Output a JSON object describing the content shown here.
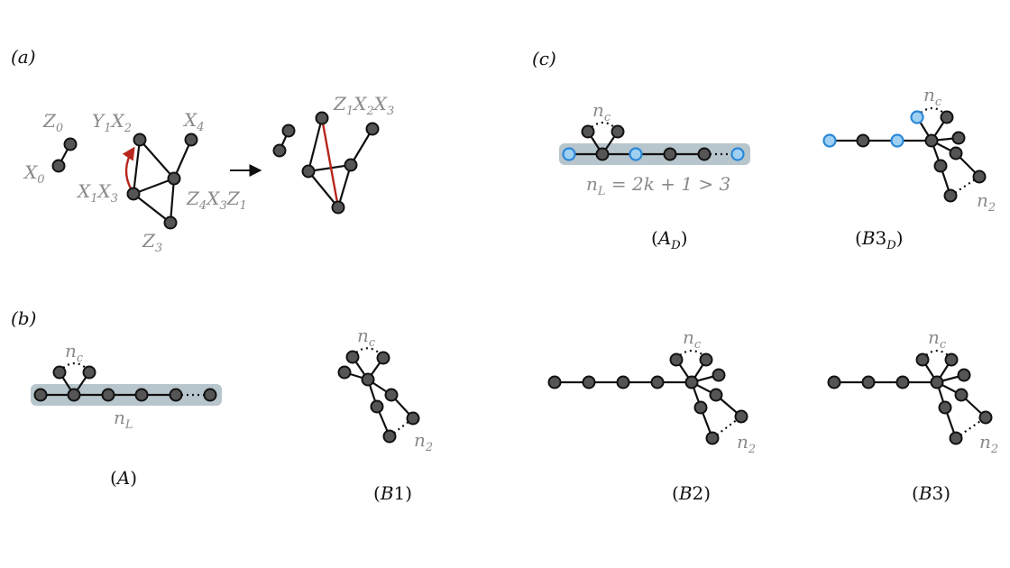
{
  "panels": {
    "a": "(a)",
    "b": "(b)",
    "c": "(c)"
  },
  "colors": {
    "node_fill": "#555555",
    "node_stroke": "#111111",
    "boundary_node_fill": "#9fd0f2",
    "boundary_node_stroke": "#2b88d8",
    "highlight_band": "#b7c5cc",
    "move_edge": "#b8261c",
    "label": "#8a8a8a"
  },
  "icons": {
    "transition": "right-arrow-icon"
  },
  "labels_a": {
    "z0": "Z",
    "z0_sub": "0",
    "x0": "X",
    "x0_sub": "0",
    "y1x2": [
      "Y",
      "1",
      "X",
      "2"
    ],
    "x4": [
      "X",
      "4"
    ],
    "x1x3": [
      "X",
      "1",
      "X",
      "3"
    ],
    "z4x3z1": [
      "Z",
      "4",
      "X",
      "3",
      "Z",
      "1"
    ],
    "z3": [
      "Z",
      "3"
    ],
    "z1x2x3": [
      "Z",
      "1",
      "X",
      "2",
      "X",
      "3"
    ]
  },
  "labels_b": {
    "nc_A": [
      "n",
      "c"
    ],
    "nL": [
      "n",
      "L"
    ],
    "nc_B1": [
      "n",
      "c"
    ],
    "n2_B1": [
      "n",
      "2"
    ],
    "nc_B2": [
      "n",
      "c"
    ],
    "n2_B2": [
      "n",
      "2"
    ],
    "nc_B3": [
      "n",
      "c"
    ],
    "n2_B3": [
      "n",
      "2"
    ]
  },
  "labels_c": {
    "nc_AD": [
      "n",
      "c"
    ],
    "nL_eq": [
      "n",
      "L",
      " = 2k + 1 > 3"
    ],
    "nc_B3D": [
      "n",
      "c"
    ],
    "n2_B3D": [
      "n",
      "2"
    ]
  },
  "captions": {
    "A": [
      "(",
      "A",
      ")"
    ],
    "B1": [
      "(",
      "B",
      "1)"
    ],
    "B2": [
      "(",
      "B",
      "2)"
    ],
    "B3": [
      "(",
      "B",
      "3)"
    ],
    "AD": [
      "(",
      "A",
      "D",
      ")"
    ],
    "B3D": [
      "(",
      "B",
      "3",
      "D",
      ")"
    ]
  }
}
